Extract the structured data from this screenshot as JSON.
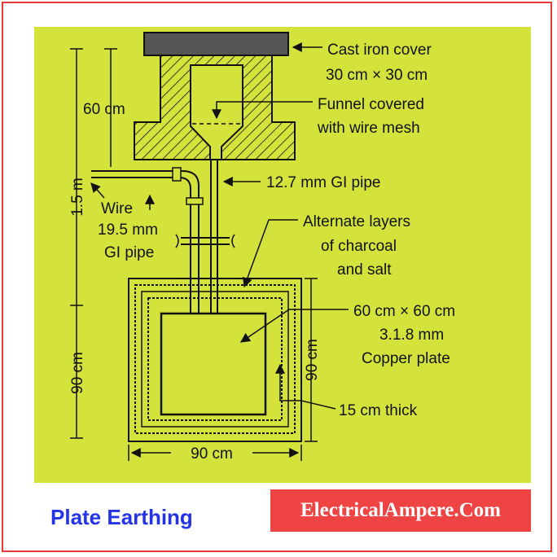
{
  "labels": {
    "cover_line1": "Cast iron cover",
    "cover_line2": "30 cm × 30 cm",
    "funnel_line1": "Funnel covered",
    "funnel_line2": "with wire mesh",
    "pipe_small": "12.7 mm GI pipe",
    "wire": "Wire",
    "pipe_large_line1": "19.5 mm",
    "pipe_large_line2": "GI pipe",
    "layers_line1": "Alternate layers",
    "layers_line2": "of charcoal",
    "layers_line3": "and salt",
    "plate_line1": "60 cm × 60 cm",
    "plate_line2": "3.1.8 mm",
    "plate_line3": "Copper plate",
    "thickness": "15 cm thick",
    "dim_60cm": "60 cm",
    "dim_1_5m": "1.5 m",
    "dim_90cm_left": "90 cm",
    "dim_90cm_right": "90 cm",
    "dim_90cm_bottom": "90 cm"
  },
  "caption": "Plate Earthing",
  "brand": "ElectricalAmpere.Com",
  "colors": {
    "frame": "#e23a3a",
    "background": "#d4e33c",
    "caption": "#2233e8",
    "brand_bg": "#ef4444",
    "brand_text": "#ffffff"
  }
}
